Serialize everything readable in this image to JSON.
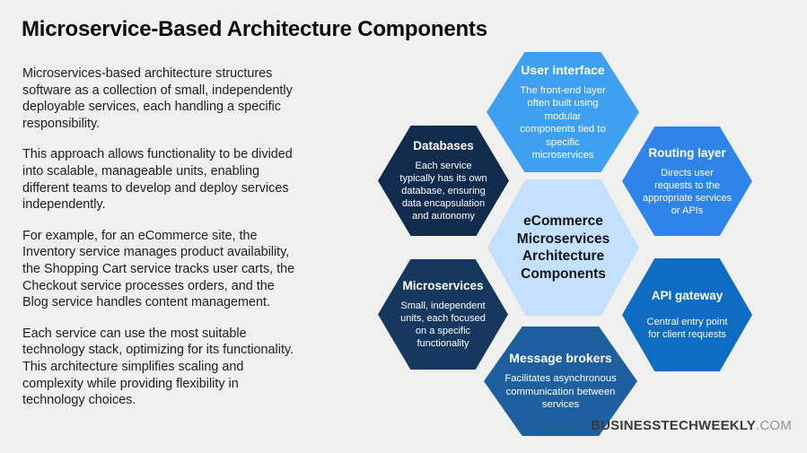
{
  "title": "Microservice-Based Architecture Components",
  "intro": {
    "paragraph_1": "Microservices-based architecture structures\nsoftware as a collection of small, independently\ndeployable services, each handling a specific\nresponsibility.",
    "paragraph_2": "This approach allows functionality to be divided\ninto scalable, manageable units, enabling\ndifferent teams to develop and deploy services\nindependently.",
    "paragraph_3": "For example, for an eCommerce site, the\nInventory service manages product availability,\nthe Shopping Cart service tracks user carts, the\nCheckout service processes orders, and the\nBlog service handles content management.",
    "paragraph_4": "Each service can use the most suitable\ntechnology stack, optimizing for its functionality.\nThis architecture simplifies scaling and\ncomplexity while providing flexibility in\ntechnology choices."
  },
  "diagram": {
    "center": {
      "label": "eCommerce\nMicroservices\nArchitecture\nComponents",
      "bg_color": "#c3e1fc",
      "text_color": "#101418"
    },
    "user_interface": {
      "title": "User interface",
      "description": "The front-end layer\noften built using\nmodular\ncomponents tied to\nspecific\nmicroservices",
      "bg_color": "#3f9ff0"
    },
    "routing_layer": {
      "title": "Routing layer",
      "description": "Directs user\nrequests to the\nappropriate services\nor APIs",
      "bg_color": "#2e84e9"
    },
    "api_gateway": {
      "title": "API gateway",
      "description": "Central entry point\nfor client requests",
      "bg_color": "#0e6cc3"
    },
    "message_brokers": {
      "title": "Message brokers",
      "description": "Facilitates asynchronous\ncommunication between\nservices",
      "bg_color": "#1d5f9f"
    },
    "microservices": {
      "title": "Microservices",
      "description": "Small, independent\nunits, each focused\non a specific\nfunctionality",
      "bg_color": "#16385e"
    },
    "databases": {
      "title": "Databases",
      "description": "Each service\ntypically has its own\ndatabase, ensuring\ndata encapsulation\nand autonomy",
      "bg_color": "#112b4d"
    }
  },
  "footer": {
    "brand": "BUSINESSTECHWEEKLY",
    "suffix": ".COM"
  }
}
